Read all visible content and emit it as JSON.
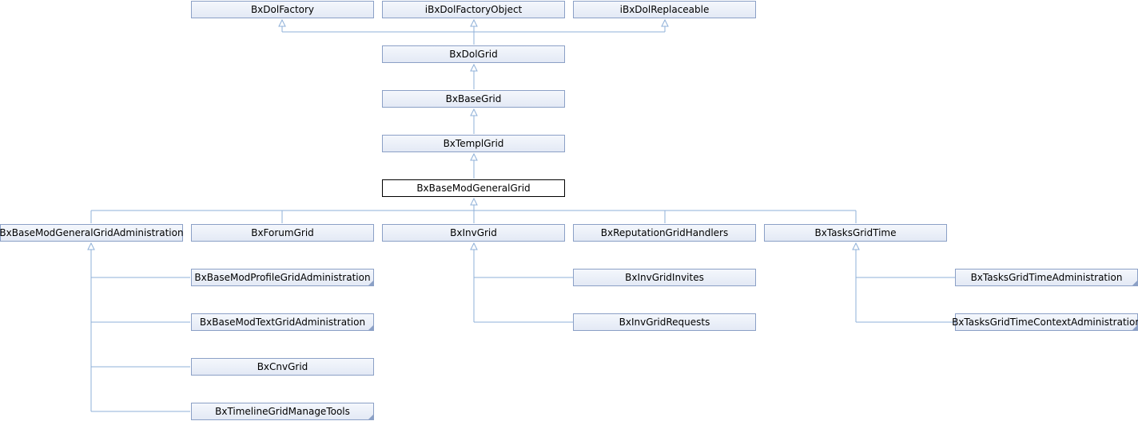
{
  "diagram": {
    "nodes": {
      "BxDolFactory": "BxDolFactory",
      "iBxDolFactoryObject": "iBxDolFactoryObject",
      "iBxDolReplaceable": "iBxDolReplaceable",
      "BxDolGrid": "BxDolGrid",
      "BxBaseGrid": "BxBaseGrid",
      "BxTemplGrid": "BxTemplGrid",
      "BxBaseModGeneralGrid": "BxBaseModGeneralGrid",
      "BxBaseModGeneralGridAdministration": "BxBaseModGeneralGridAdministration",
      "BxForumGrid": "BxForumGrid",
      "BxInvGrid": "BxInvGrid",
      "BxReputationGridHandlers": "BxReputationGridHandlers",
      "BxTasksGridTime": "BxTasksGridTime",
      "BxBaseModProfileGridAdministration": "BxBaseModProfileGridAdministration",
      "BxBaseModTextGridAdministration": "BxBaseModTextGridAdministration",
      "BxCnvGrid": "BxCnvGrid",
      "BxTimelineGridManageTools": "BxTimelineGridManageTools",
      "BxInvGridInvites": "BxInvGridInvites",
      "BxInvGridRequests": "BxInvGridRequests",
      "BxTasksGridTimeAdministration": "BxTasksGridTimeAdministration",
      "BxTasksGridTimeContextAdministration": "BxTasksGridTimeContextAdministration"
    }
  }
}
